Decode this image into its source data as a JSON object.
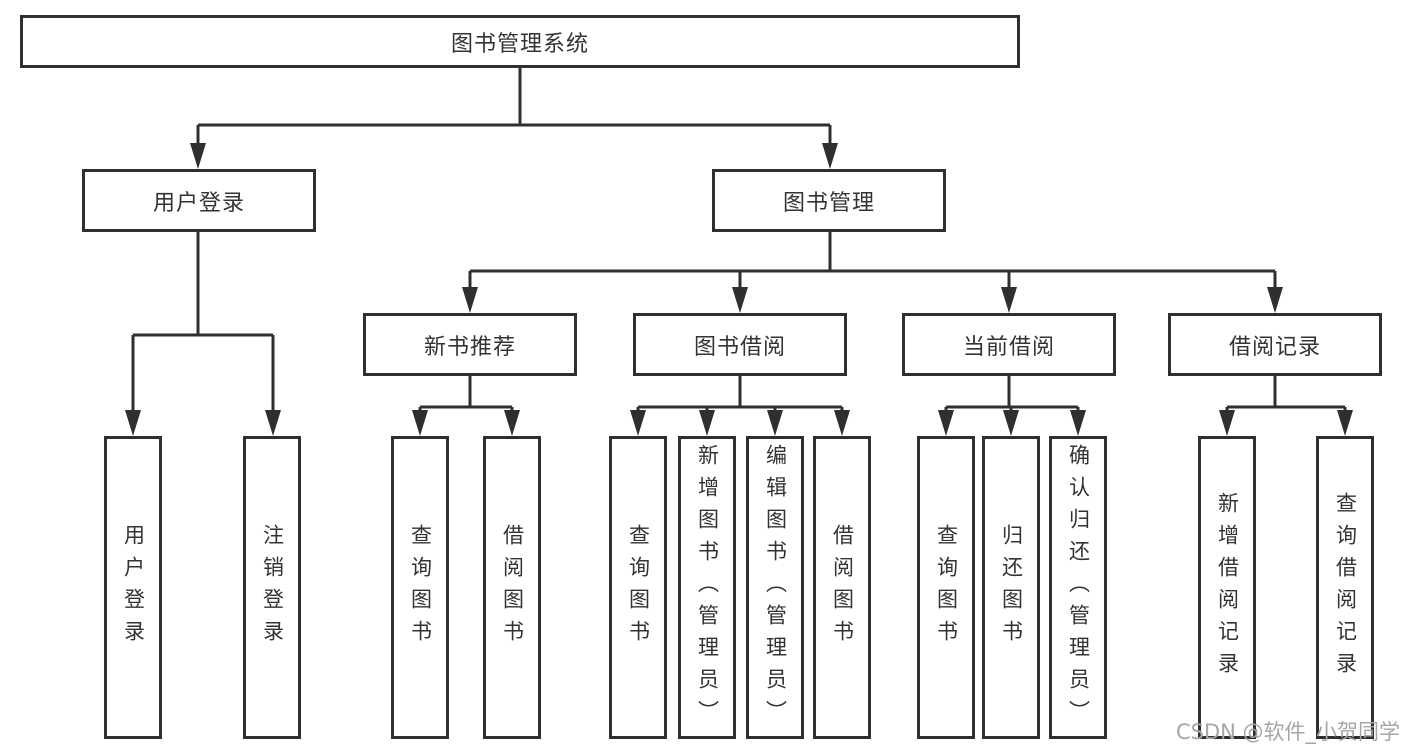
{
  "diagram": {
    "root": {
      "label": "图书管理系统"
    },
    "level2": [
      {
        "label": "用户登录"
      },
      {
        "label": "图书管理"
      }
    ],
    "level3": [
      {
        "label": "新书推荐"
      },
      {
        "label": "图书借阅"
      },
      {
        "label": "当前借阅"
      },
      {
        "label": "借阅记录"
      }
    ],
    "leaves": [
      {
        "label": "用户登录"
      },
      {
        "label": "注销登录"
      },
      {
        "label": "查询图书"
      },
      {
        "label": "借阅图书"
      },
      {
        "label": "查询图书"
      },
      {
        "label": "新增图书（管理员）"
      },
      {
        "label": "编辑图书（管理员）"
      },
      {
        "label": "借阅图书"
      },
      {
        "label": "查询图书"
      },
      {
        "label": "归还图书"
      },
      {
        "label": "确认归还（管理员）"
      },
      {
        "label": "新增借阅记录"
      },
      {
        "label": "查询借阅记录"
      }
    ]
  },
  "watermark": {
    "text": "CSDN @软件_小贺同学"
  },
  "colors": {
    "line": "#2f2f2f",
    "text": "#333333",
    "box_background": "#ffffff",
    "watermark": "#a6a6a6"
  }
}
